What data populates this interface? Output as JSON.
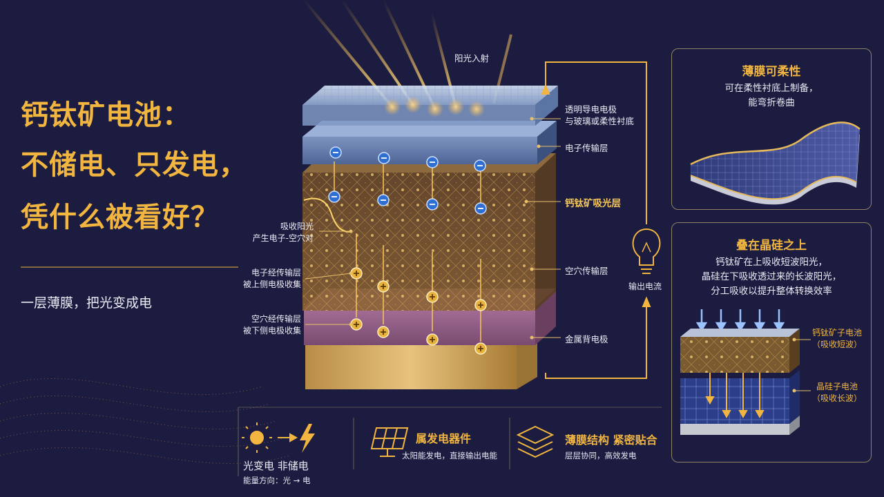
{
  "headline": {
    "line1": "钙钛矿电池：",
    "line2": "不储电、只发电，",
    "line3": "凭什么被看好？",
    "tagline": "一层薄膜，把光变成电"
  },
  "diagram": {
    "sunlight_label": "阳光入射",
    "layers": {
      "top_electrode": [
        "透明导电电极",
        "与玻璃或柔性衬底"
      ],
      "etl": "电子传输层",
      "absorber": "钙钛矿吸光层",
      "htl": "空穴传输层",
      "back_electrode": "金属背电极"
    },
    "left_notes": {
      "absorb": [
        "吸收阳光",
        "产生电子-空穴对"
      ],
      "electron_collect": [
        "电子经传输层",
        "被上侧电极收集"
      ],
      "hole_collect": [
        "空穴经传输层",
        "被下侧电极收集"
      ]
    },
    "output_label": "输出电流"
  },
  "panels": {
    "flexible": {
      "title": "薄膜可柔性",
      "desc": [
        "可在柔性衬底上制备，",
        "能弯折卷曲"
      ]
    },
    "tandem": {
      "title": "叠在晶硅之上",
      "desc": [
        "钙钛矿在上吸收短波阳光，",
        "晶硅在下吸收透过来的长波阳光，",
        "分工吸收以提升整体转换效率"
      ],
      "top_cell": [
        "钙钛矿子电池",
        "（吸收短波）"
      ],
      "bottom_cell": [
        "晶硅子电池",
        "（吸收长波）"
      ]
    }
  },
  "bottom": {
    "item1": {
      "title": "光变电  非储电",
      "sub": "能量方向：光 → 电"
    },
    "item2": {
      "title": "属发电器件",
      "sub": "太阳能发电，直接输出电能"
    },
    "item3": {
      "title": "薄膜结构  紧密贴合",
      "sub": "层层协同，高效发电"
    }
  },
  "colors": {
    "background": "#1b1c3f",
    "gold": "#f2b640",
    "electron": "#2f6fd1",
    "hole": "#e9b23c",
    "htl": "#8f5a82",
    "glass": "#a9c4e8"
  }
}
